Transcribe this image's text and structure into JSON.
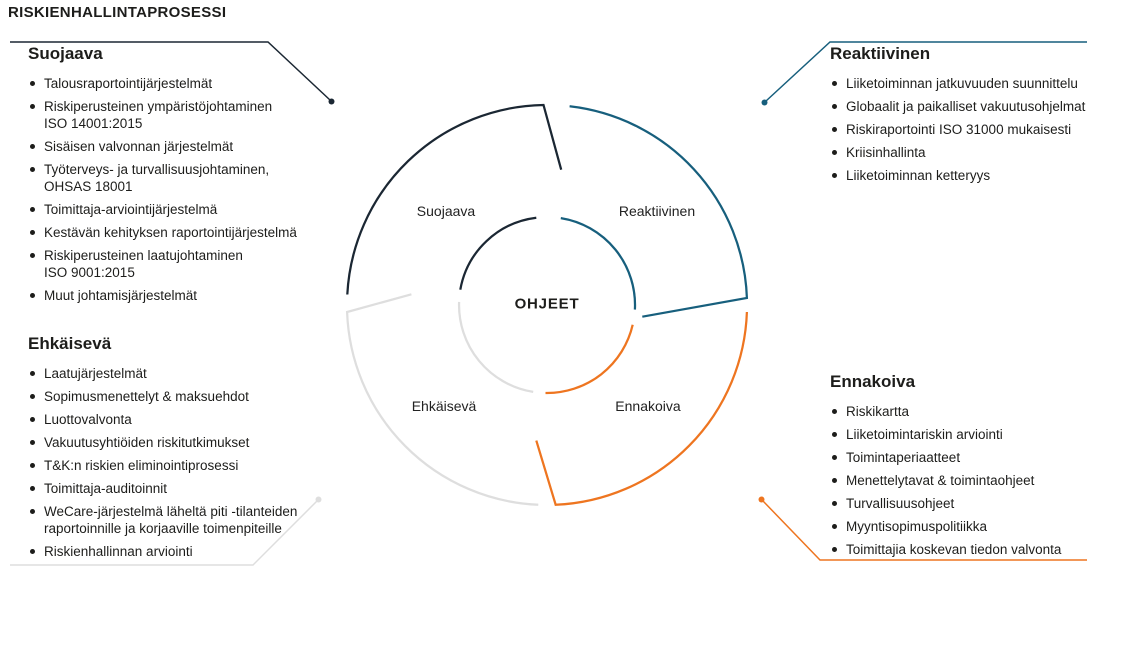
{
  "title": "RISKIENHALLINTAPROSESSI",
  "wheel": {
    "center_label": "OHJEET",
    "segments": [
      {
        "label": "Suojaava",
        "color": "#1b2733"
      },
      {
        "label": "Reaktiivinen",
        "color": "#175f7d"
      },
      {
        "label": "Ehkäisevä",
        "color": "#dedede"
      },
      {
        "label": "Ennakoiva",
        "color": "#ee7520"
      }
    ]
  },
  "panels": {
    "suojaava": {
      "heading": "Suojaava",
      "items": [
        "Talousraportointijärjestelmät",
        "Riskiperusteinen ympäristöjohtaminen\nISO 14001:2015",
        "Sisäisen valvonnan järjestelmät",
        "Työterveys- ja turvallisuusjohtaminen,\nOHSAS 18001",
        "Toimittaja-arviointijärjestelmä",
        "Kestävän kehityksen raportointijärjestelmä",
        "Riskiperusteinen laatujohtaminen\nISO 9001:2015",
        "Muut johtamisjärjestelmät"
      ]
    },
    "reaktiivinen": {
      "heading": "Reaktiivinen",
      "items": [
        "Liiketoiminnan jatkuvuuden suunnittelu",
        "Globaalit ja paikalliset vakuutusohjelmat",
        "Riskiraportointi ISO 31000 mukaisesti",
        "Kriisinhallinta",
        "Liiketoiminnan ketteryys"
      ]
    },
    "ehkaiseva": {
      "heading": "Ehkäisevä",
      "items": [
        "Laatujärjestelmät",
        "Sopimusmenettelyt & maksuehdot",
        "Luottovalvonta",
        "Vakuutusyhtiöiden riskitutkimukset",
        "T&K:n riskien eliminointiprosessi",
        "Toimittaja-auditoinnit",
        "WeCare-järjestelmä läheltä piti -tilanteiden\nraportoinnille ja korjaaville toimenpiteille",
        "Riskienhallinnan arviointi"
      ]
    },
    "ennakoiva": {
      "heading": "Ennakoiva",
      "items": [
        "Riskikartta",
        "Liiketoimintariskin arviointi",
        "Toimintaperiaatteet",
        "Menettelytavat & toimintaohjeet",
        "Turvallisuusohjeet",
        "Myyntisopimuspolitiikka",
        "Toimittajia koskevan tiedon valvonta"
      ]
    }
  }
}
